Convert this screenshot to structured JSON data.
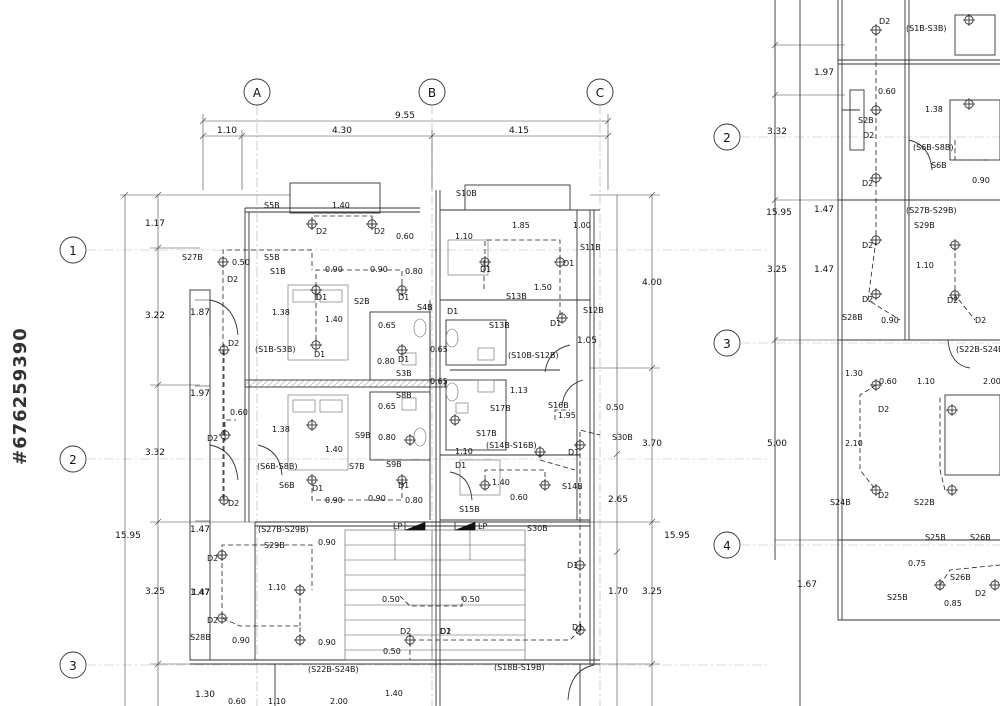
{
  "axes": {
    "cols": [
      "A",
      "B",
      "C"
    ],
    "rows_left": [
      "1",
      "2",
      "3"
    ],
    "rows_right": [
      "2",
      "3",
      "4"
    ]
  },
  "dims": {
    "overall_width": "9.55",
    "bays": [
      "1.10",
      "4.30",
      "4.15"
    ],
    "left_chain": [
      "1.17",
      "3.22",
      "1.87",
      "1.97",
      "3.32",
      "1.47",
      "1.47",
      "3.25",
      "15.95",
      "1.30"
    ],
    "right_chain": [
      "4.00",
      "1.05",
      "3.70",
      "2.65",
      "1.70",
      "3.25",
      "15.95"
    ],
    "right_panel_chain": [
      "1.97",
      "3.32",
      "15.95",
      "1.47",
      "3.25",
      "1.47",
      "5.00",
      "1.67"
    ]
  },
  "labels_left": [
    {
      "t": "S5B"
    },
    {
      "t": "1.40"
    },
    {
      "t": "D2"
    },
    {
      "t": "D2"
    },
    {
      "t": "0.60"
    },
    {
      "t": "S27B"
    },
    {
      "t": "0.50"
    },
    {
      "t": "D2"
    },
    {
      "t": "S5B"
    },
    {
      "t": "S1B"
    },
    {
      "t": "0.90"
    },
    {
      "t": "0.90"
    },
    {
      "t": "0.80"
    },
    {
      "t": "D1"
    },
    {
      "t": "S2B"
    },
    {
      "t": "D1"
    },
    {
      "t": "1.38"
    },
    {
      "t": "1.40"
    },
    {
      "t": "0.65"
    },
    {
      "t": "S4B"
    },
    {
      "t": "(S1B-S3B)"
    },
    {
      "t": "D2"
    },
    {
      "t": "D1"
    },
    {
      "t": "D1"
    },
    {
      "t": "0.80"
    },
    {
      "t": "S3B"
    },
    {
      "t": "0.60"
    },
    {
      "t": "S8B"
    },
    {
      "t": "0.65"
    },
    {
      "t": "1.38"
    },
    {
      "t": "S9B"
    },
    {
      "t": "0.80"
    },
    {
      "t": "D2"
    },
    {
      "t": "1.40"
    },
    {
      "t": "(S6B-S8B)"
    },
    {
      "t": "S6B"
    },
    {
      "t": "D1"
    },
    {
      "t": "S7B"
    },
    {
      "t": "S9B"
    },
    {
      "t": "D1"
    },
    {
      "t": "0.90"
    },
    {
      "t": "0.90"
    },
    {
      "t": "0.80"
    },
    {
      "t": "D2"
    },
    {
      "t": "(S27B-S29B)"
    },
    {
      "t": "S29B"
    },
    {
      "t": "0.90"
    },
    {
      "t": "D2"
    },
    {
      "t": "1.10"
    },
    {
      "t": "D2"
    },
    {
      "t": "1.47"
    },
    {
      "t": "S28B"
    },
    {
      "t": "0.90"
    },
    {
      "t": "0.90"
    },
    {
      "t": "(S22B-S24B)"
    },
    {
      "t": "0.50"
    },
    {
      "t": "0.60"
    },
    {
      "t": "1.10"
    },
    {
      "t": "1.40"
    },
    {
      "t": "2.00"
    },
    {
      "t": "0.50"
    },
    {
      "t": "0.50"
    },
    {
      "t": "D2"
    },
    {
      "t": "D2"
    }
  ],
  "labels_mid": [
    {
      "t": "S10B"
    },
    {
      "t": "1.85"
    },
    {
      "t": "1.00"
    },
    {
      "t": "1.10"
    },
    {
      "t": "S11B"
    },
    {
      "t": "D1"
    },
    {
      "t": "D1"
    },
    {
      "t": "S13B"
    },
    {
      "t": "1.50"
    },
    {
      "t": "S12B"
    },
    {
      "t": "D1"
    },
    {
      "t": "D1"
    },
    {
      "t": "S13B"
    },
    {
      "t": "0.65"
    },
    {
      "t": "(S10B-S12B)"
    },
    {
      "t": "0.65"
    },
    {
      "t": "1.13"
    },
    {
      "t": "S16B"
    },
    {
      "t": "S17B"
    },
    {
      "t": "1.95"
    },
    {
      "t": "0.50"
    },
    {
      "t": "D1"
    },
    {
      "t": "S17B"
    },
    {
      "t": "(S14B-S16B)"
    },
    {
      "t": "S30B"
    },
    {
      "t": "D1"
    },
    {
      "t": "1.10"
    },
    {
      "t": "1.40"
    },
    {
      "t": "0.60"
    },
    {
      "t": "S14B"
    },
    {
      "t": "S15B"
    },
    {
      "t": "S30B"
    },
    {
      "t": "D1"
    },
    {
      "t": "D1"
    },
    {
      "t": "D1"
    },
    {
      "t": "(S18B-S19B)"
    },
    {
      "t": "LP"
    },
    {
      "t": "LP"
    }
  ],
  "labels_right_panel": [
    {
      "t": "D2"
    },
    {
      "t": "(S1B-S3B)"
    },
    {
      "t": "0.60"
    },
    {
      "t": "1.38"
    },
    {
      "t": "S2B"
    },
    {
      "t": "D2"
    },
    {
      "t": "(S6B-S8B)"
    },
    {
      "t": "S6B"
    },
    {
      "t": "0.90"
    },
    {
      "t": "D2"
    },
    {
      "t": "(S27B-S29B)"
    },
    {
      "t": "S29B"
    },
    {
      "t": "D2"
    },
    {
      "t": "1.10"
    },
    {
      "t": "D2"
    },
    {
      "t": "D2"
    },
    {
      "t": "S28B"
    },
    {
      "t": "0.90"
    },
    {
      "t": "D2"
    },
    {
      "t": "(S22B-S24B)"
    },
    {
      "t": "1.30"
    },
    {
      "t": "0.60"
    },
    {
      "t": "1.10"
    },
    {
      "t": "2.00"
    },
    {
      "t": "D2"
    },
    {
      "t": "2.10"
    },
    {
      "t": "S24B"
    },
    {
      "t": "D2"
    },
    {
      "t": "S22B"
    },
    {
      "t": "S25B"
    },
    {
      "t": "S26B"
    },
    {
      "t": "0.75"
    },
    {
      "t": "S26B"
    },
    {
      "t": "S25B"
    },
    {
      "t": "0.85"
    },
    {
      "t": "D2"
    }
  ],
  "watermark": "#676259390"
}
